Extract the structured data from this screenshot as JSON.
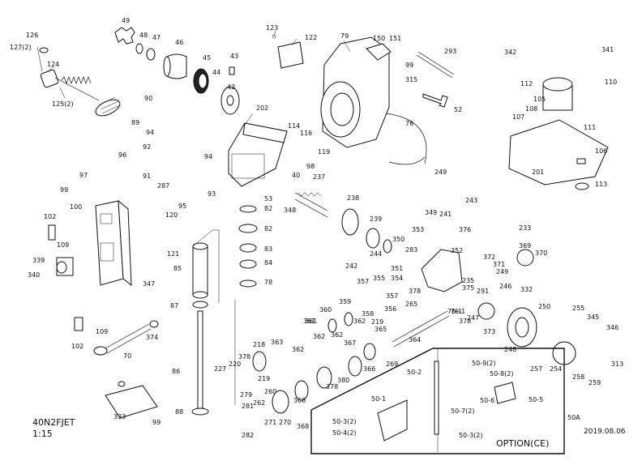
{
  "drawing": {
    "model": "40N2FJET",
    "scale": "1:15",
    "date": "2019.08.06",
    "option_label": "OPTION(CE)",
    "option_ref": "50A"
  },
  "labels": [
    "126",
    "127(2)",
    "124",
    "125(2)",
    "49",
    "48",
    "47",
    "46",
    "45",
    "44",
    "43",
    "42",
    "123",
    "122",
    "79",
    "150",
    "151",
    "293",
    "99",
    "315",
    "52",
    "342",
    "341",
    "112",
    "110",
    "105",
    "108",
    "107",
    "111",
    "106",
    "201",
    "113",
    "90",
    "89",
    "94",
    "92",
    "96",
    "91",
    "287",
    "93",
    "94",
    "202",
    "114",
    "116",
    "119",
    "98",
    "40",
    "237",
    "97",
    "99",
    "100",
    "102",
    "109",
    "95",
    "120",
    "121",
    "53",
    "82",
    "82",
    "83",
    "84",
    "78",
    "348",
    "238",
    "239",
    "244",
    "349",
    "241",
    "243",
    "376",
    "353",
    "233",
    "350",
    "283",
    "352",
    "369",
    "372",
    "371",
    "370",
    "242",
    "351",
    "249",
    "76-1",
    "76",
    "249",
    "85",
    "339",
    "340",
    "347",
    "357",
    "355",
    "354",
    "378",
    "235",
    "291",
    "375",
    "246",
    "332",
    "87",
    "374",
    "109",
    "102",
    "70",
    "359",
    "360",
    "361",
    "362",
    "358",
    "356",
    "357",
    "265",
    "219",
    "250",
    "255",
    "363",
    "218",
    "220",
    "227",
    "378",
    "219",
    "279",
    "282",
    "271",
    "270",
    "368",
    "378",
    "380",
    "366",
    "367",
    "368",
    "269",
    "364",
    "365",
    "373",
    "247",
    "248",
    "257",
    "254",
    "345",
    "346",
    "313",
    "258",
    "259",
    "86",
    "88",
    "333",
    "99",
    "50-2",
    "50-9(2)",
    "50-8(2)",
    "50-1",
    "50-6",
    "50-5",
    "50-3(2)",
    "50-4(2)",
    "50-7(2)",
    "50-3(2)",
    "76-1",
    "378",
    "362",
    "361",
    "362",
    "362",
    "281",
    "262",
    "260"
  ]
}
